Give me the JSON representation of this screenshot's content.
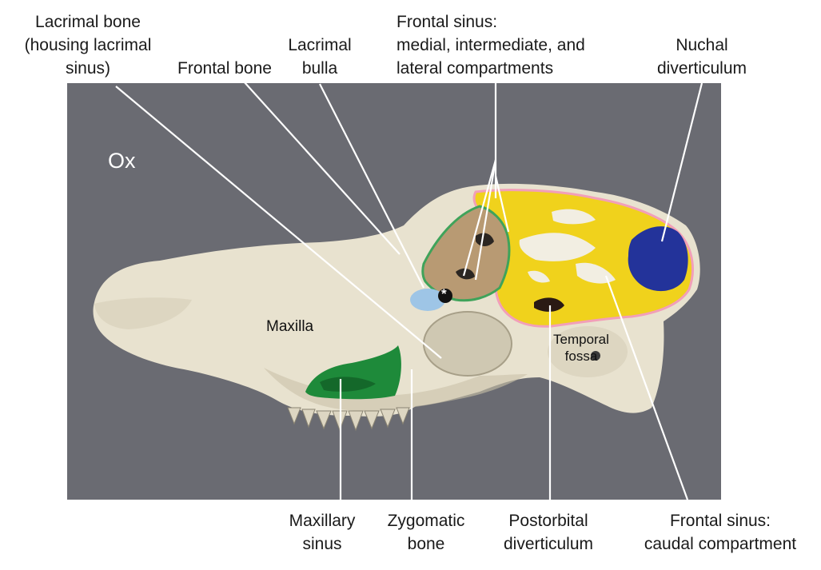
{
  "species": "Ox",
  "colors": {
    "panel": "#6a6b72",
    "bone": "#e8e2cf",
    "frontal_sinus_fill": "#f0d21c",
    "frontal_sinus_outline": "#f29fb8",
    "rostral_compartment_outline": "#3fa35a",
    "nuchal_diverticulum": "#23339a",
    "maxillary_sinus": "#1e8a3a",
    "lacrimal_bulla": "#9ec5e6",
    "leader_line": "#ffffff"
  },
  "labels": {
    "lacrimal_bone": [
      "Lacrimal bone",
      "(housing lacrimal",
      "sinus)"
    ],
    "frontal_bone": [
      "Frontal bone"
    ],
    "lacrimal_bulla": [
      "Lacrimal",
      "bulla"
    ],
    "frontal_sinus_rostral": [
      "Frontal sinus:",
      "medial, intermediate, and",
      "lateral compartments"
    ],
    "nuchal_diverticulum": [
      "Nuchal",
      "diverticulum"
    ],
    "maxillary_sinus": [
      "Maxillary",
      "sinus"
    ],
    "zygomatic_bone": [
      "Zygomatic",
      "bone"
    ],
    "postorbital_diverticulum": [
      "Postorbital",
      "diverticulum"
    ],
    "frontal_sinus_caudal": [
      "Frontal sinus:",
      "caudal compartment"
    ]
  },
  "in_image_labels": {
    "maxilla": "Maxilla",
    "temporal_fossa": [
      "Temporal",
      "fossa"
    ],
    "asterisk": "*"
  }
}
